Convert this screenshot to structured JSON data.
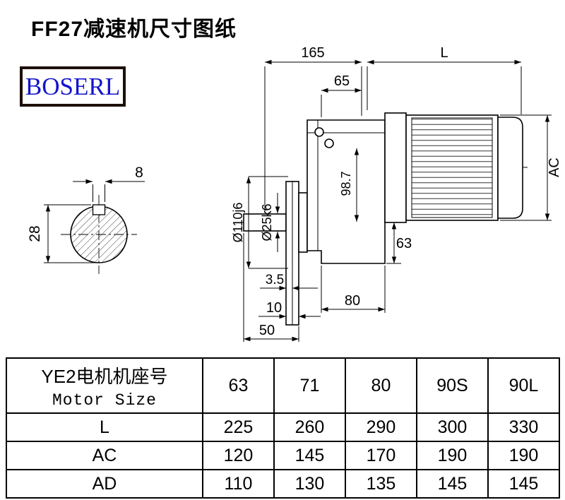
{
  "page": {
    "title": "FF27减速机尺寸图纸",
    "brand": "BOSERL"
  },
  "drawing": {
    "dims": {
      "d165": "165",
      "d65": "65",
      "dL": "L",
      "dAC": "AC",
      "d8": "8",
      "d28": "28",
      "dia110": "Ø110j6",
      "dia25": "Ø25k6",
      "d98_7": "98.7",
      "d63": "63",
      "d3_5": "3.5",
      "d80": "80",
      "d10": "10",
      "d50": "50"
    }
  },
  "table": {
    "motor_size_label_cn": "YE2电机机座号",
    "motor_size_label_en": "Motor Size",
    "sizes": [
      "63",
      "71",
      "80",
      "90S",
      "90L"
    ],
    "rows": [
      {
        "label": "L",
        "values": [
          "225",
          "260",
          "290",
          "300",
          "330"
        ]
      },
      {
        "label": "AC",
        "values": [
          "120",
          "145",
          "170",
          "190",
          "190"
        ]
      },
      {
        "label": "AD",
        "values": [
          "110",
          "130",
          "135",
          "145",
          "145"
        ]
      }
    ]
  }
}
